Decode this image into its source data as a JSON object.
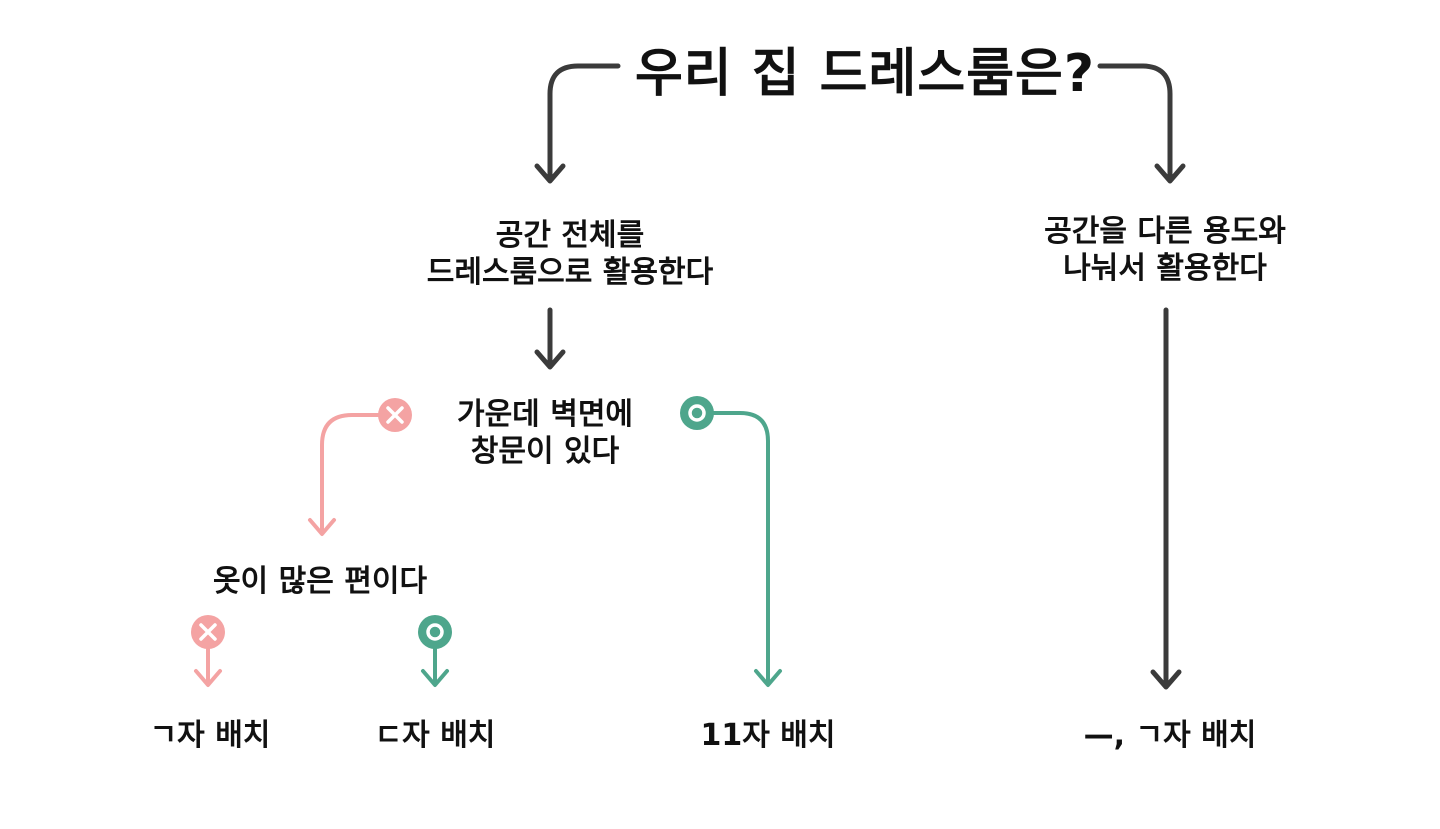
{
  "title": "우리 집 드레스룸은?",
  "nodes": {
    "whole_space": [
      "공간 전체를",
      "드레스룸으로 활용한다"
    ],
    "split_space": [
      "공간을 다른 용도와",
      "나눠서 활용한다"
    ],
    "window_center": [
      "가운데 벽면에",
      "창문이 있다"
    ],
    "many_clothes": "옷이 많은 편이다"
  },
  "leaves": {
    "giyeok": "ㄱ자 배치",
    "digeut": "ㄷ자 배치",
    "eleven": "11자 배치",
    "dash_giyeok": "—, ㄱ자 배치"
  },
  "markers": {
    "no": "×",
    "yes": "○"
  },
  "colors": {
    "neutral": "#3b3b3b",
    "no": "#f4a3a3",
    "yes": "#4ea68c"
  }
}
